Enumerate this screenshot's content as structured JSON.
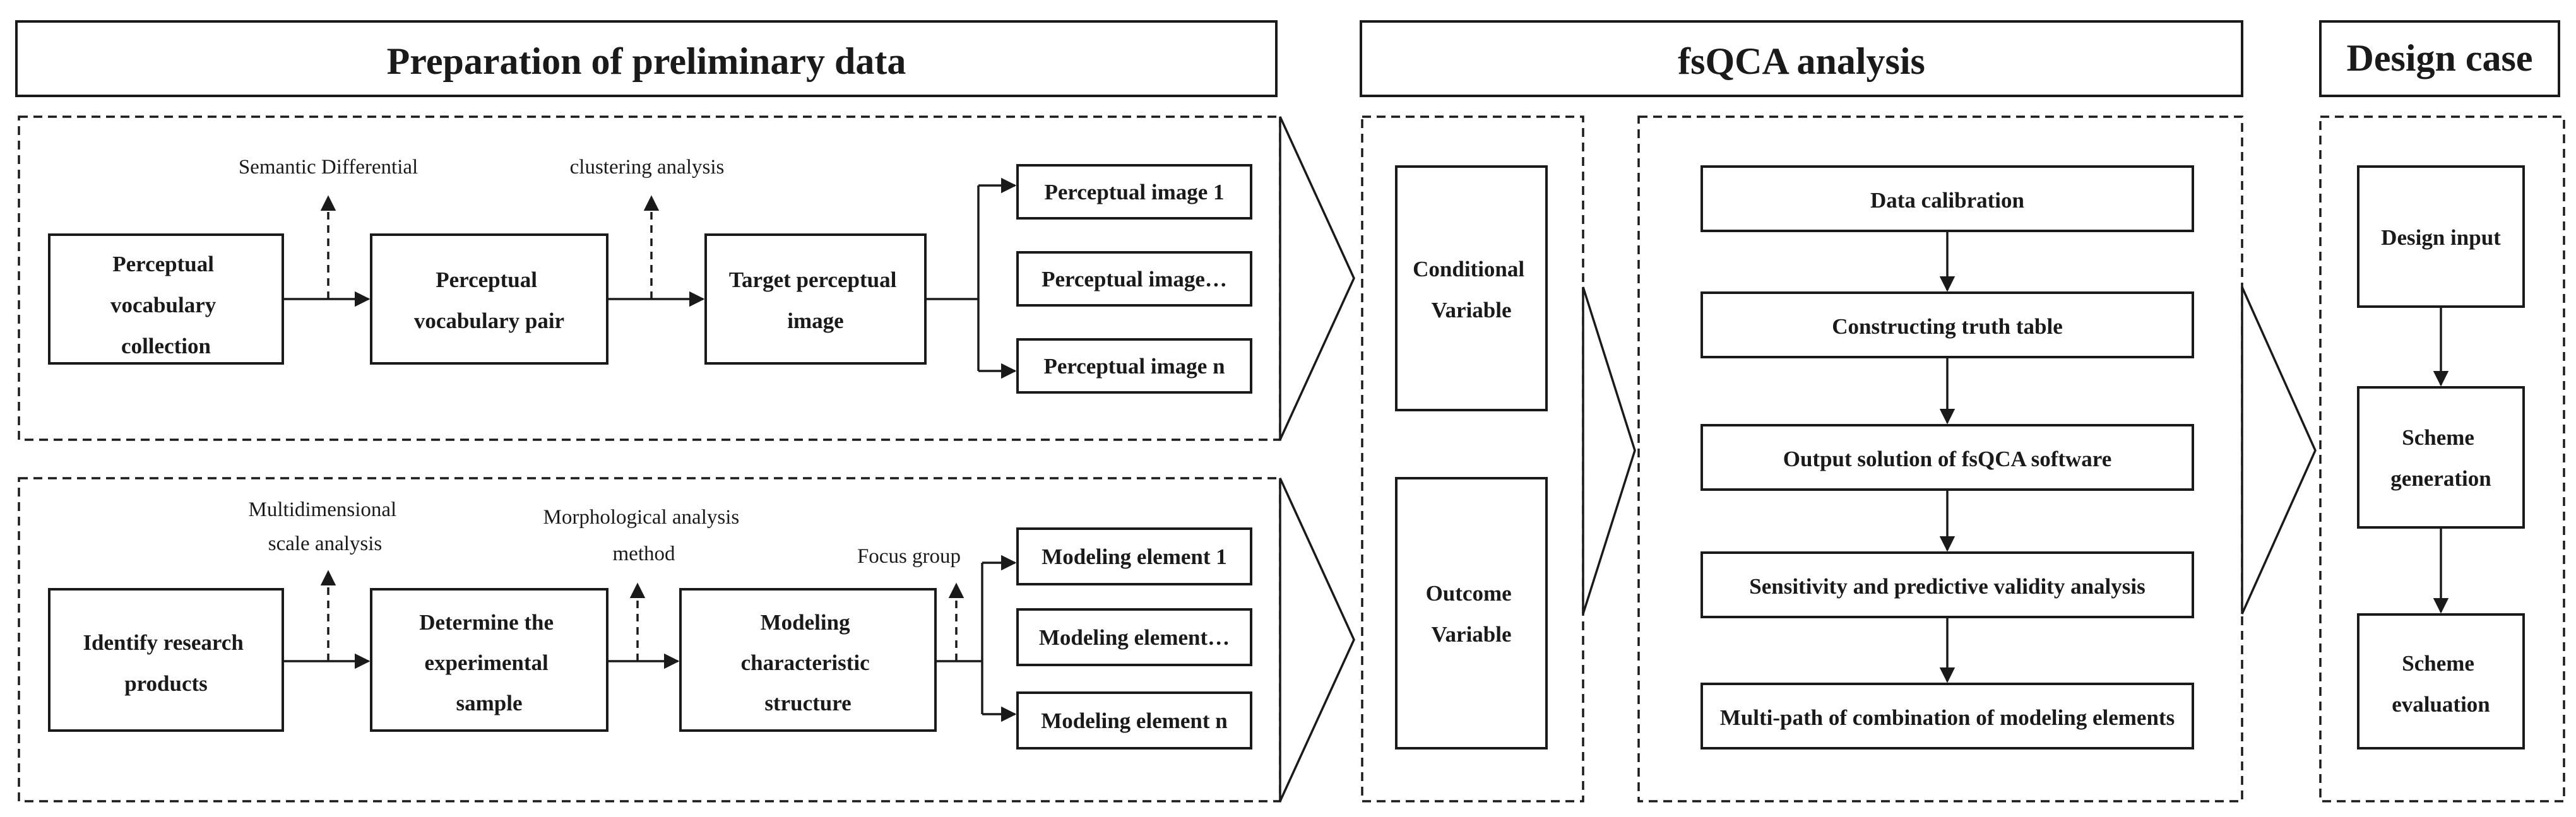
{
  "headers": {
    "prep": "Preparation of preliminary data",
    "fsqca": "fsQCA analysis",
    "design": "Design case"
  },
  "top_row": {
    "collection": [
      "Perceptual",
      "vocabulary",
      "collection"
    ],
    "pair": [
      "Perceptual",
      "vocabulary pair"
    ],
    "target": [
      "Target perceptual",
      "image"
    ],
    "semantic_note": "Semantic Differential",
    "clustering_note": "clustering analysis",
    "images": [
      "Perceptual image 1",
      "Perceptual image…",
      "Perceptual image n"
    ]
  },
  "bottom_row": {
    "identify": [
      "Identify research",
      "products"
    ],
    "determine": [
      "Determine the",
      "experimental",
      "sample"
    ],
    "modeling": [
      "Modeling",
      "characteristic",
      "structure"
    ],
    "mds_note": [
      "Multidimensional",
      "scale analysis"
    ],
    "morph_note": [
      "Morphological analysis",
      "method"
    ],
    "focus_note": "Focus group",
    "elements": [
      "Modeling element 1",
      "Modeling element…",
      "Modeling element n"
    ]
  },
  "variables": {
    "conditional": [
      "Conditional",
      "Variable"
    ],
    "outcome": [
      "Outcome",
      "Variable"
    ]
  },
  "fsqca_steps": [
    "Data calibration",
    "Constructing truth table",
    "Output solution of fsQCA software",
    "Sensitivity and predictive validity analysis",
    "Multi-path of combination of modeling elements"
  ],
  "design_steps": [
    [
      "Design input"
    ],
    [
      "Scheme",
      "generation"
    ],
    [
      "Scheme",
      "evaluation"
    ]
  ]
}
